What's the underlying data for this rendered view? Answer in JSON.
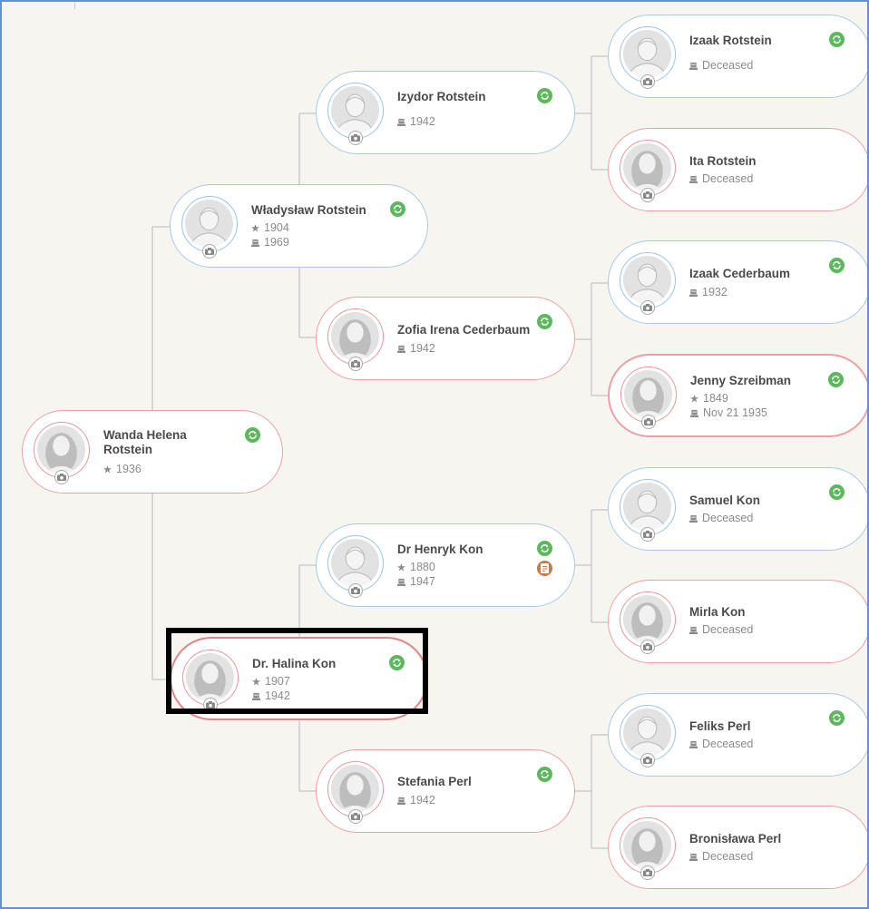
{
  "tree": {
    "root": {
      "name": "Wanda Helena Rotstein",
      "birth": "1936"
    },
    "father": {
      "name": "Władysław Rotstein",
      "birth": "1904",
      "death": "1969"
    },
    "mother": {
      "name": "Dr. Halina Kon",
      "birth": "1907",
      "death": "1942"
    },
    "pgf": {
      "name": "Izydor Rotstein",
      "death": "1942"
    },
    "pgm": {
      "name": "Zofia Irena Cederbaum",
      "death": "1942"
    },
    "mgf": {
      "name": "Dr Henryk Kon",
      "birth": "1880",
      "death": "1947"
    },
    "mgm": {
      "name": "Stefania Perl",
      "death": "1942"
    },
    "g1": {
      "name": "Izaak Rotstein",
      "death": "Deceased"
    },
    "g2": {
      "name": "Ita Rotstein",
      "death": "Deceased"
    },
    "g3": {
      "name": "Izaak Cederbaum",
      "death": "1932"
    },
    "g4": {
      "name": "Jenny Szreibman",
      "birth": "1849",
      "death": "Nov 21 1935"
    },
    "g5": {
      "name": "Samuel Kon",
      "death": "Deceased"
    },
    "g6": {
      "name": "Mirla Kon",
      "death": "Deceased"
    },
    "g7": {
      "name": "Feliks Perl",
      "death": "Deceased"
    },
    "g8": {
      "name": "Bronisława Perl",
      "death": "Deceased"
    }
  },
  "icons": {
    "sync": "sync-icon",
    "document": "document-icon",
    "camera": "camera-icon",
    "birth": "star-icon",
    "death": "tombstone-icon"
  },
  "colors": {
    "male_border": "#a8c8e6",
    "female_border": "#eca0a3",
    "sync_green": "#5cb85c",
    "document_brown": "#c87a4a",
    "highlight": "#000000"
  }
}
